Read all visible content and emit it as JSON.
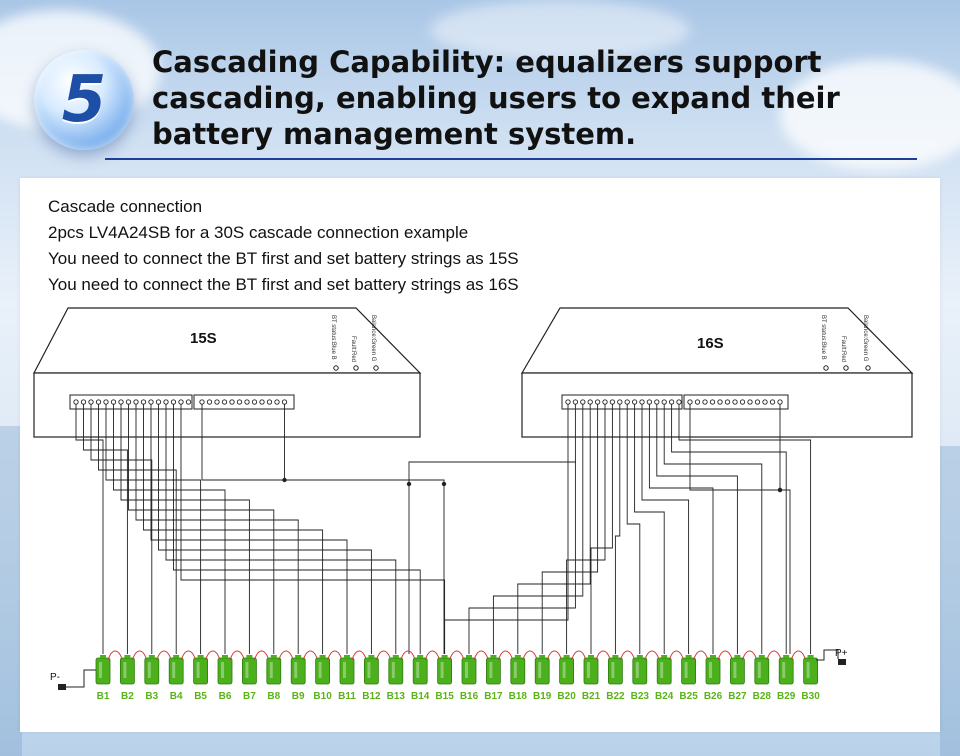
{
  "header": {
    "number": "5",
    "title": "Cascading Capability: equalizers support cascading, enabling users to expand their battery management system."
  },
  "description": {
    "lines": [
      "Cascade connection",
      "2pcs LV4A24SB for a 30S cascade connection example",
      "You need to connect the BT first and set battery strings as 15S",
      "You need to connect the BT first and set battery strings as 16S"
    ]
  },
  "diagram": {
    "units": [
      {
        "name": "15S",
        "leds": [
          "BT status:Blue B",
          "Fault:Red",
          "Balance:Green G"
        ]
      },
      {
        "name": "16S",
        "leds": [
          "BT status:Blue B",
          "Fault:Red",
          "Balance:Green G"
        ]
      }
    ],
    "terminal_negative": "P-",
    "terminal_positive": "P+",
    "batteries": [
      "B1",
      "B2",
      "B3",
      "B4",
      "B5",
      "B6",
      "B7",
      "B8",
      "B9",
      "B10",
      "B11",
      "B12",
      "B13",
      "B14",
      "B15",
      "B16",
      "B17",
      "B18",
      "B19",
      "B20",
      "B21",
      "B22",
      "B23",
      "B24",
      "B25",
      "B26",
      "B27",
      "B28",
      "B29",
      "B30"
    ],
    "colors": {
      "battery": "#4caf1c",
      "battery_label": "#5bb318",
      "jumper": "#d43a3a",
      "wire": "#222222",
      "accent": "#1d3f9a"
    }
  }
}
